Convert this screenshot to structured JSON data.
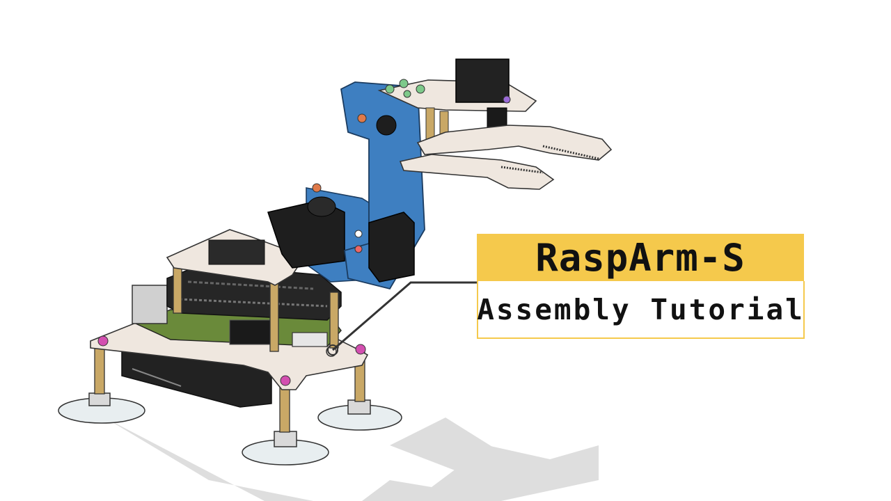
{
  "title_card": {
    "title": "RaspArm-S",
    "subtitle": "Assembly Tutorial"
  },
  "colors": {
    "title_bg": "#f5c94c",
    "arm_blue": "#3e7fc1",
    "board_black": "#1e1e1e",
    "acrylic": "#efe7df",
    "standoff_brass": "#c9a866",
    "background": "#ffffff"
  },
  "illustration": {
    "subject": "robot-arm-3d-render",
    "parts": [
      "base-plate",
      "suction-cups",
      "raspberry-pi-board",
      "servo-driver-hat",
      "blue-arm-bracket",
      "servo-motors",
      "gripper-claw"
    ]
  }
}
